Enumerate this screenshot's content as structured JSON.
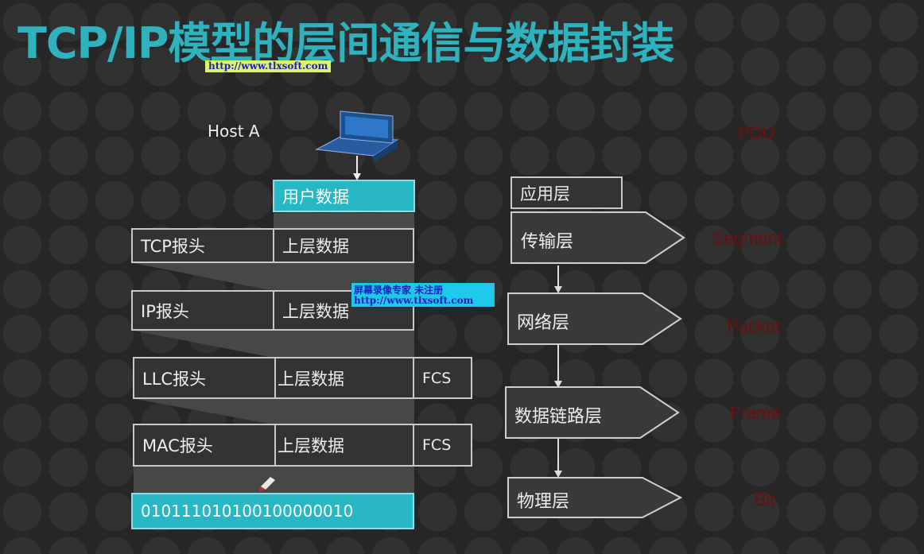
{
  "title": "TCP/IP模型的层间通信与数据封装",
  "watermark_url": "http://www.tlxsoft.com",
  "watermark2": {
    "line1": "屏幕录像专家      未注册",
    "line2": "http://www.tlxsoft.com"
  },
  "host_label": "Host A",
  "encapsulation": {
    "user_data": "用户数据",
    "tcp": {
      "header": "TCP报头",
      "data": "上层数据"
    },
    "ip": {
      "header": "IP报头",
      "data": "上层数据"
    },
    "llc": {
      "header": "LLC报头",
      "data": "上层数据",
      "trailer": "FCS"
    },
    "mac": {
      "header": "MAC报头",
      "data": "上层数据",
      "trailer": "FCS"
    },
    "bits": "010111010100100000010"
  },
  "layers": [
    "应用层",
    "传输层",
    "网络层",
    "数据链路层",
    "物理层"
  ],
  "pdu": {
    "heading": "PDU",
    "segment": "Segment",
    "packet": "Packet",
    "frame": "Frame",
    "bit": "Bit"
  },
  "colors": {
    "title": "#2fb2bd",
    "teal_box": "#28b7c5",
    "pdu_text": "#6a1010",
    "background": "#262626"
  }
}
